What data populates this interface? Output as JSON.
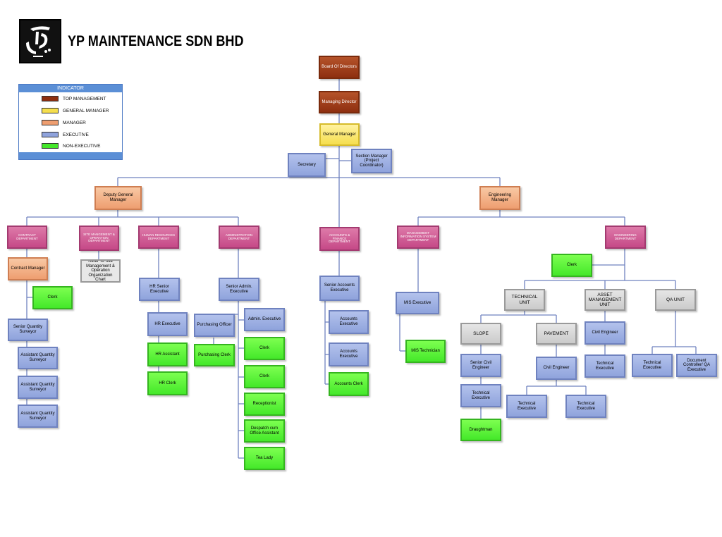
{
  "company": "YP MAINTENANCE SDN BHD",
  "legend": {
    "title": "INDICATOR",
    "items": [
      {
        "label": "TOP MANAGEMENT",
        "color": "#8e2f10"
      },
      {
        "label": "GENERAL MANAGER",
        "color": "#f5de4e"
      },
      {
        "label": "MANAGER",
        "color": "#ee9e70"
      },
      {
        "label": "EXECUTIVE",
        "color": "#8fa3dc"
      },
      {
        "label": "NON-EXECUTIVE",
        "color": "#44e82a"
      }
    ]
  },
  "nodes": {
    "board": "Board Of Directors",
    "md": "Managing Director",
    "gm": "General Manager",
    "secretary": "Secretary",
    "section_manager": "Section Manager (Project Coordinator)",
    "dgm": "Deputy General Manager",
    "eng_manager": "Engineering Manager",
    "contract_dept": "CONTRACT DEPARTMENT",
    "site_dept": "SITE MANGEMENT & OPERATION DEPARTMENT",
    "hr_dept": "HUMAN RESOURCES DEPARTMENT",
    "admin_dept": "ADMINISTRATION DEPARTMENT",
    "accounts_dept": "ACCOUNTS & FINANCE DEPARTMENT",
    "mis_dept": "MANAGEMENT INFORMATION SYSTEM DEPARTMENT",
    "eng_dept": "ENGINEERING DEPARTMENT",
    "contract_manager": "Contract Manager",
    "contract_clerk": "Clerk",
    "senior_qs": "Senior Quantity Surveyor",
    "aqs1": "Assistant Quantity Surveyor",
    "aqs2": "Assistant Quantity Surveyor",
    "aqs3": "Assistant Quantity Surveyor",
    "site_ref": "Refer To Site Management & Operation Organization Chart",
    "hr_senior": "HR Senior Executive",
    "hr_exec": "HR Executive",
    "hr_assistant": "HR Assistant",
    "hr_clerk": "HR Clerk",
    "senior_admin": "Senior Admin. Executive",
    "purchasing_officer": "Purchasing Officer",
    "purchasing_clerk": "Purchasing Clerk",
    "admin_exec": "Admin. Executive",
    "admin_clerk1": "Clerk",
    "admin_clerk2": "Clerk",
    "receptionist": "Receptionist",
    "despatch": "Despatch cum Office Assistant",
    "tea_lady": "Tea Lady",
    "senior_accounts": "Senior Accounts Executive",
    "accounts_exec1": "Accounts Executive",
    "accounts_exec2": "Accounts Executive",
    "accounts_clerk": "Accounts Clerk",
    "mis_exec": "MIS Executive",
    "mis_tech": "MIS Technician",
    "eng_clerk": "Clerk",
    "technical_unit": "TECHNICAL UNIT",
    "asset_unit": "ASSET MANAGEMENT UNIT",
    "qa_unit": "QA UNIT",
    "slope": "SLOPE",
    "pavement": "PAVEMENT",
    "senior_civil": "Senior Civil Engineer",
    "slope_tech": "Technical Executive",
    "draughtman": "Draughtman",
    "pavement_civil": "Civil Engineer",
    "pav_tech1": "Technical Executive",
    "pav_tech2": "Technical Executive",
    "asset_civil": "Civil Engineer",
    "asset_tech": "Technical Executive",
    "qa_tech": "Technical Executive",
    "qa_doc": "Document Controller/ QA Executive"
  }
}
